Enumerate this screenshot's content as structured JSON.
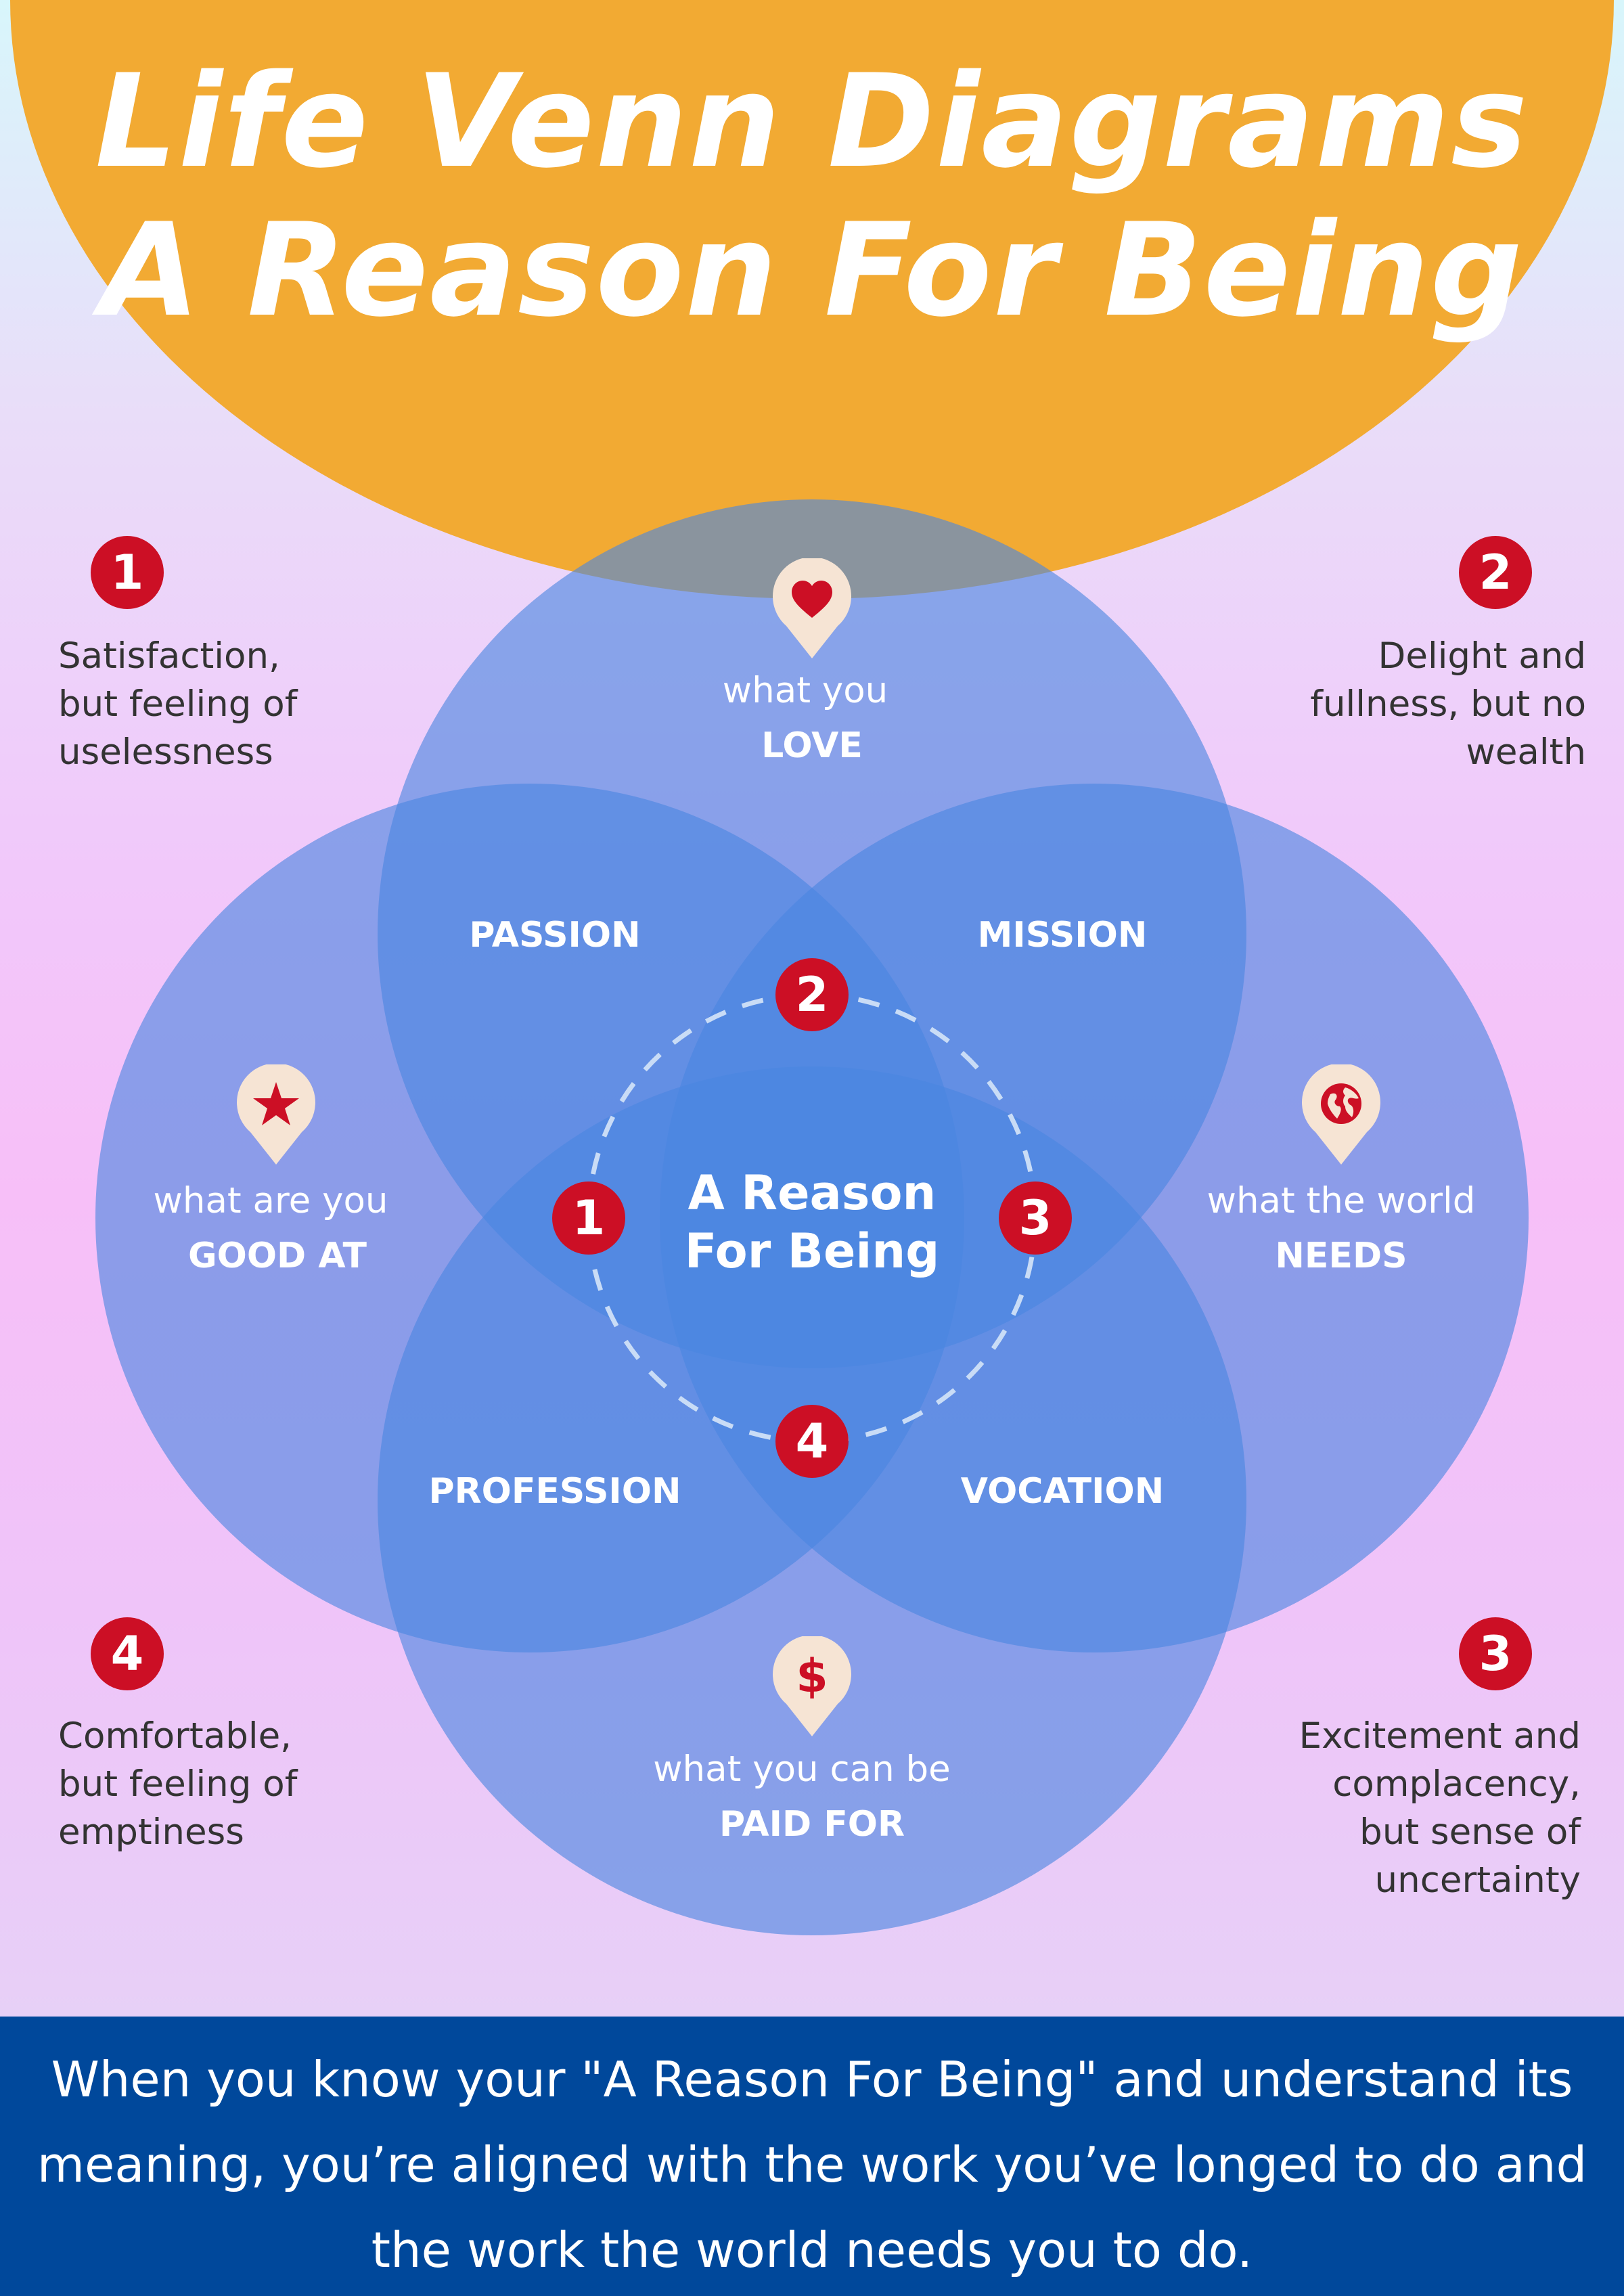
{
  "title": {
    "line1": "Life Venn Diagrams",
    "line2": "A Reason For Being"
  },
  "colors": {
    "sun": "#f2aa33",
    "circle": "#4a86e0",
    "badge": "#cc0f25",
    "pin": "#f6e4d4",
    "footer": "#00489b"
  },
  "circles": {
    "love": {
      "caption": "what you",
      "name": "LOVE",
      "icon": "heart-icon"
    },
    "good_at": {
      "caption": "what are you",
      "name": "GOOD AT",
      "icon": "star-icon"
    },
    "needs": {
      "caption": "what the world",
      "name": "NEEDS",
      "icon": "globe-icon"
    },
    "paid": {
      "caption": "what you can be",
      "name": "PAID FOR",
      "icon": "dollar-icon"
    }
  },
  "overlaps": {
    "passion": "PASSION",
    "mission": "MISSION",
    "profession": "PROFESSION",
    "vocation": "VOCATION"
  },
  "center": {
    "line1": "A Reason",
    "line2": "For Being"
  },
  "center_badges": [
    "1",
    "2",
    "3",
    "4"
  ],
  "notes": [
    {
      "number": "1",
      "text": [
        "Satisfaction,",
        "but feeling of",
        "uselessness"
      ]
    },
    {
      "number": "2",
      "text": [
        "Delight and",
        "fullness, but no",
        "wealth"
      ]
    },
    {
      "number": "3",
      "text": [
        "Excitement and",
        "complacency,",
        "but sense of",
        "uncertainty"
      ]
    },
    {
      "number": "4",
      "text": [
        "Comfortable,",
        "but feeling of",
        "emptiness"
      ]
    }
  ],
  "footer": "When you know your \"A Reason For Being\" and understand its meaning, you’re aligned with the work you’ve longed to do and the work the world needs you to do."
}
